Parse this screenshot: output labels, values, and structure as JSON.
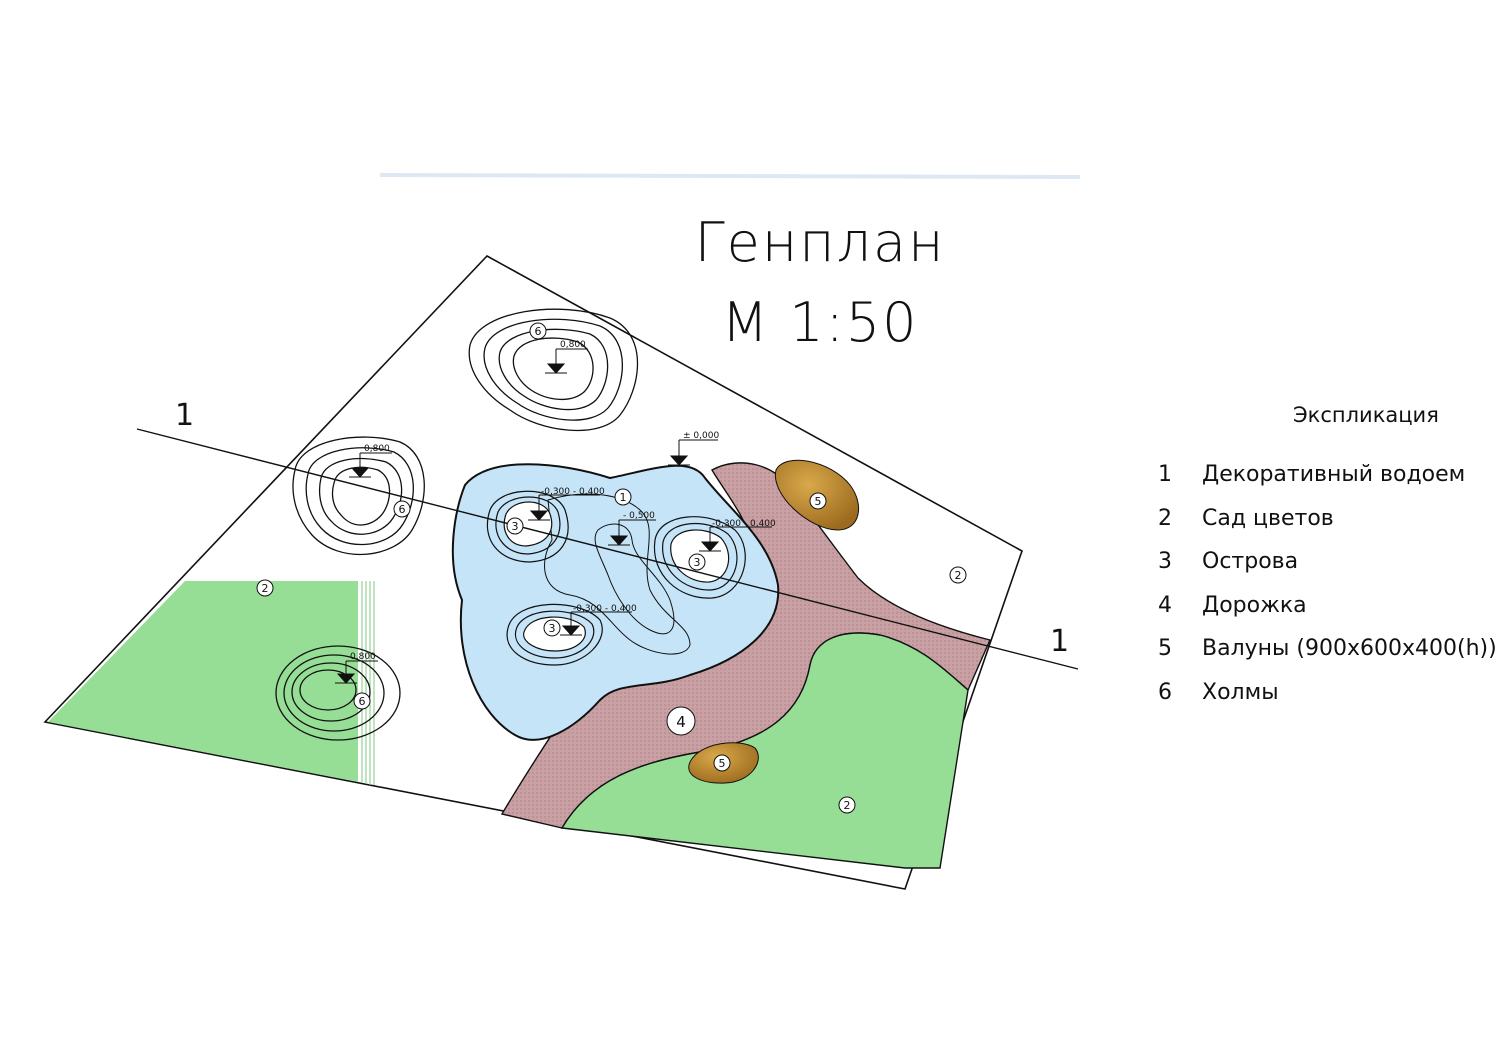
{
  "title": {
    "line1": "Генплан",
    "line2": "М 1:50"
  },
  "section_marker": {
    "left_label": "1",
    "right_label": "1"
  },
  "levels": {
    "pond_edge": "± 0,000",
    "pond_deep": "- 0,500",
    "island_left": "-0,300 - 0,400",
    "island_right": "-0,300 - 0,400",
    "island_bottom": "-0,300 - 0,400",
    "hill_top": "0,800",
    "hill_left": "0,800",
    "hill_bottom": "0,800"
  },
  "markers": {
    "pond": "1",
    "garden": "2",
    "island": "3",
    "path": "4",
    "boulder": "5",
    "hill": "6"
  },
  "legend": {
    "heading": "Экспликация",
    "items": [
      {
        "num": "1",
        "label": "Декоративный водоем"
      },
      {
        "num": "2",
        "label": "Сад цветов"
      },
      {
        "num": "3",
        "label": "Острова"
      },
      {
        "num": "4",
        "label": "Дорожка"
      },
      {
        "num": "5",
        "label": "Валуны (900х600х400(h))"
      },
      {
        "num": "6",
        "label": "Холмы"
      }
    ]
  },
  "colors": {
    "water": "#c6e4f7",
    "garden": "#96de96",
    "path": "#c9a0a4",
    "boulder": "#c08a2c",
    "line": "#111111"
  }
}
